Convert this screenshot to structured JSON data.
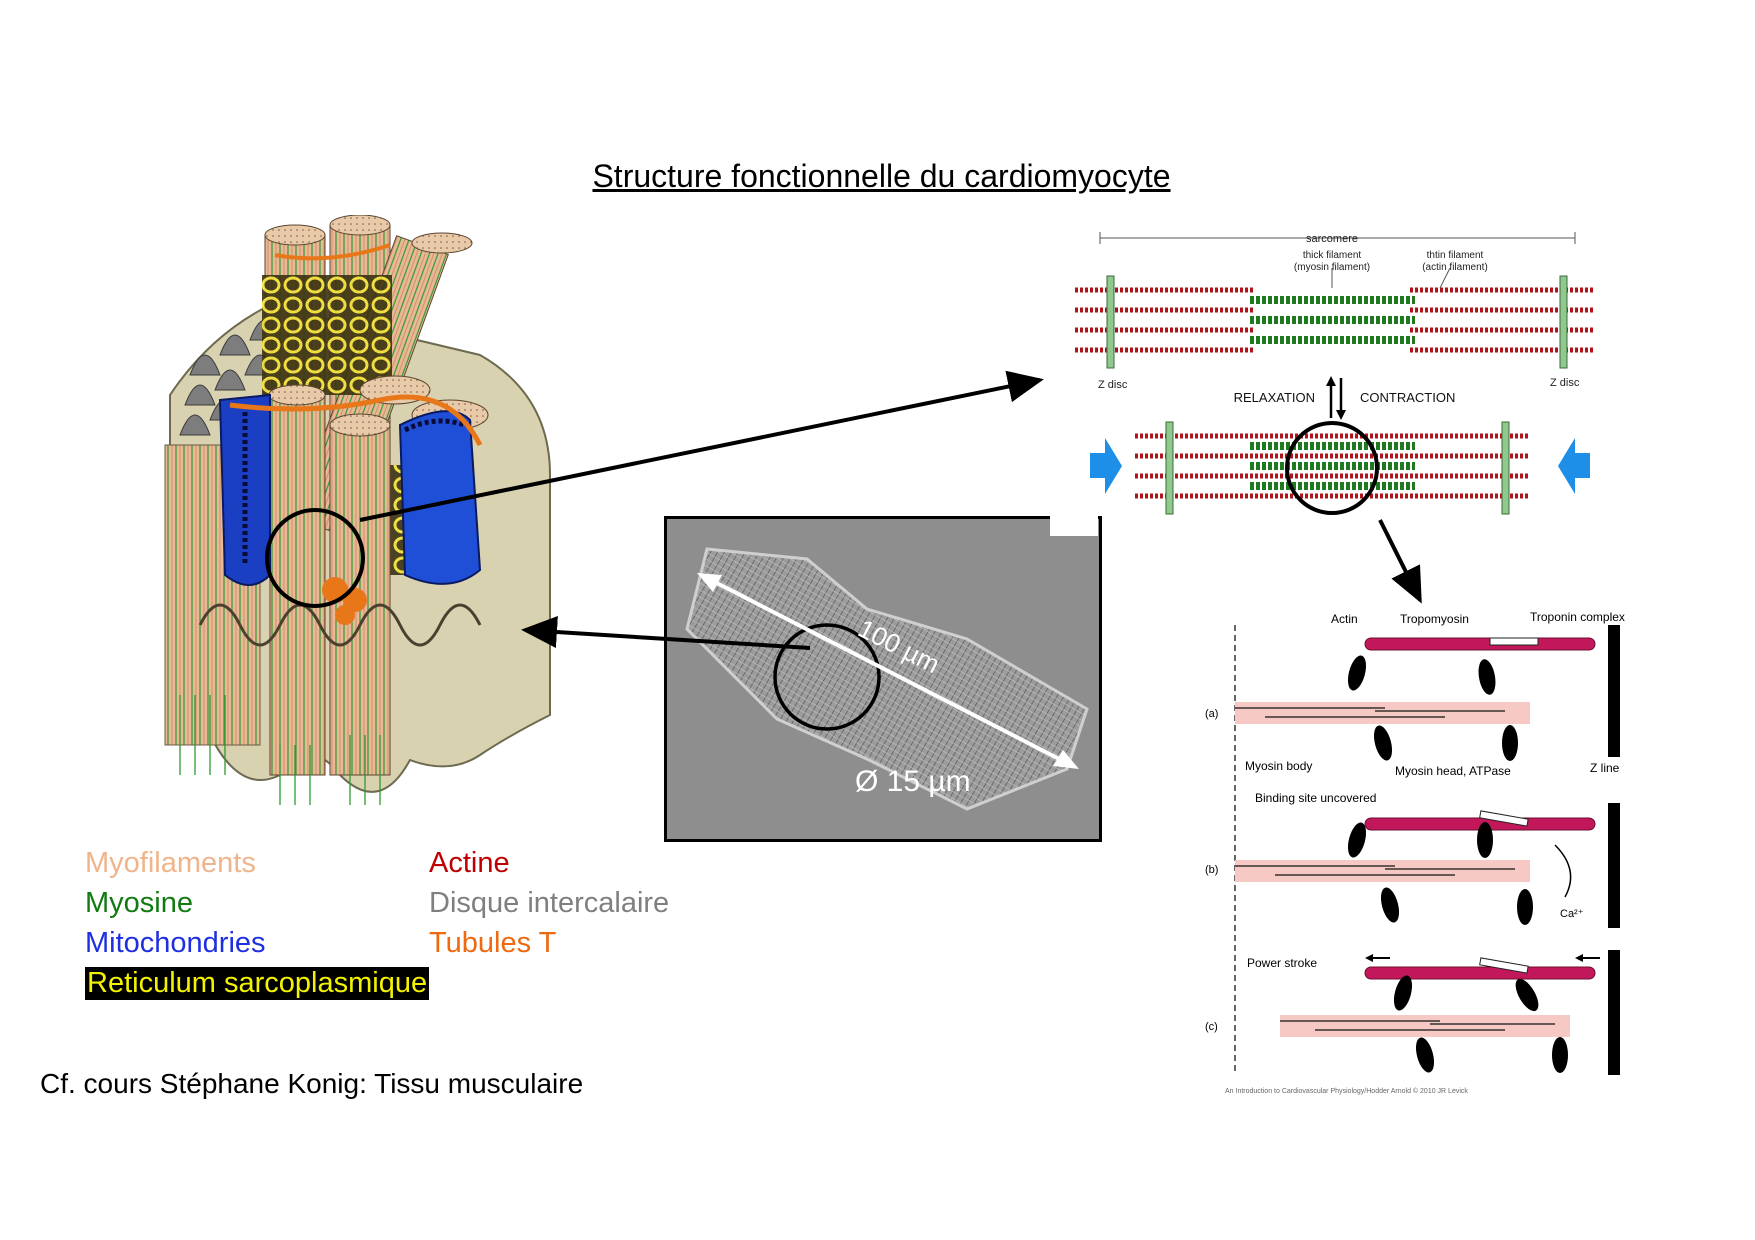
{
  "title": "Structure fonctionnelle du cardiomyocyte",
  "legend": [
    {
      "label": "Myofilaments",
      "color": "#f0b48c"
    },
    {
      "label": "Actine",
      "color": "#c00000"
    },
    {
      "label": "Myosine",
      "color": "#117a11"
    },
    {
      "label": "Disque intercalaire",
      "color": "#7f7f7f"
    },
    {
      "label": "Mitochondries",
      "color": "#1f2fe0"
    },
    {
      "label": "Tubules T",
      "color": "#ed6a10"
    },
    {
      "label": "Reticulum sarcoplasmique",
      "color": "#f3f300",
      "background": "#000000"
    }
  ],
  "reference": "Cf. cours Stéphane Konig: Tissu musculaire",
  "micrograph": {
    "length_label": "100 µm",
    "diameter_label": "Ø 15 µm"
  },
  "sarcomere": {
    "span_label": "sarcomere",
    "thick_label_1": "thick  filament",
    "thick_label_2": "(myosin  filament)",
    "thin_label_1": "thtin  filament",
    "thin_label_2": "(actin  filament)",
    "z_disc_left": "Z  disc",
    "z_disc_right": "Z  disc",
    "relaxation": "RELAXATION",
    "contraction": "CONTRACTION"
  },
  "crossbridge": {
    "actin": "Actin",
    "tropomyosin": "Tropomyosin",
    "troponin": "Troponin complex",
    "panel_a": "(a)",
    "panel_b": "(b)",
    "panel_c": "(c)",
    "myosin_body": "Myosin body",
    "myosin_head": "Myosin head, ATPase",
    "z_line": "Z line",
    "binding_site": "Binding site uncovered",
    "calcium": "Ca²⁺",
    "power_stroke": "Power stroke",
    "credit": "An Introduction to Cardiovascular Physiology/Hodder Arnold © 2010 JR Levick"
  },
  "colors": {
    "actin": "#b0141a",
    "myosin": "#1f7a1f",
    "z_disc": "#8fc98f",
    "blue_arrow": "#1e8fe8",
    "bead": "#c2185b",
    "myosin_body_fill": "#f6c9c4"
  }
}
